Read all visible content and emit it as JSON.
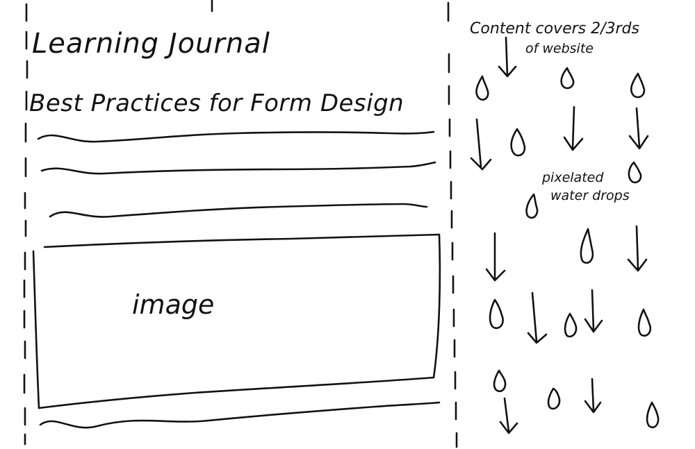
{
  "blog": {
    "title": "Learning Journal",
    "post_title": "Best Practices for Form Design",
    "image_placeholder": "image"
  },
  "annotations": {
    "content_note_line1": "Content covers 2/3rds",
    "content_note_line2": "of website",
    "drops_note_line1": "pixelated",
    "drops_note_line2": "water drops"
  },
  "decor": {
    "drop_icon": "water-drop-icon",
    "arrow_icon": "down-arrow-icon",
    "ink_color": "#111111",
    "background_color": "#ffffff"
  }
}
